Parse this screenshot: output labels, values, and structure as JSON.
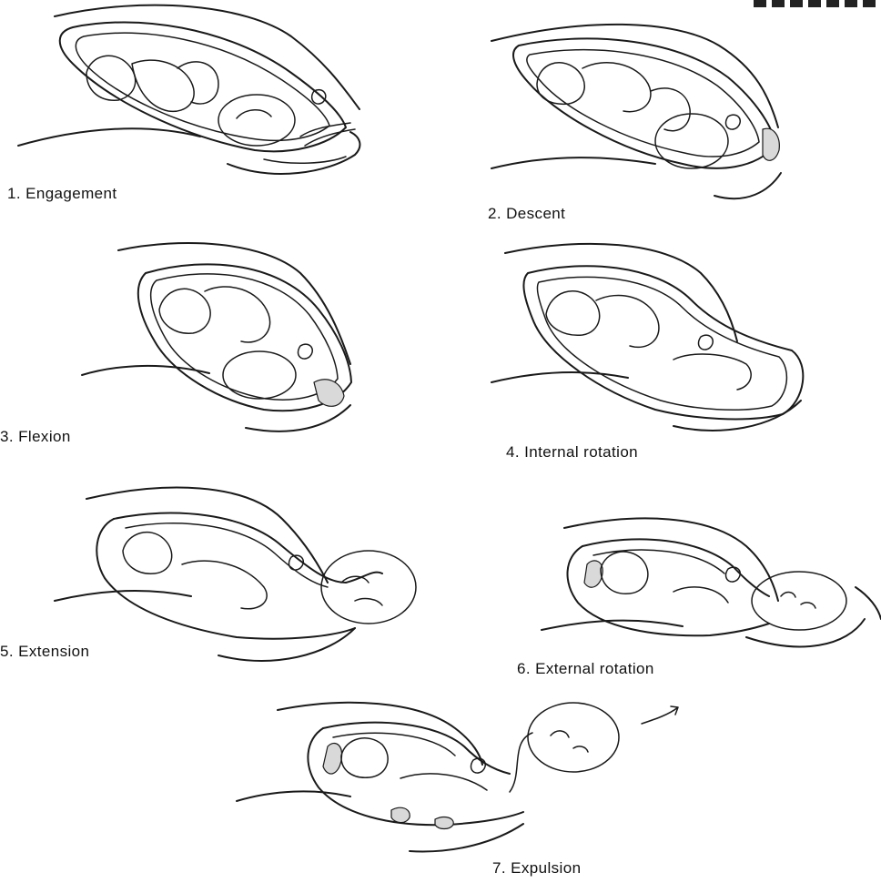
{
  "stages": [
    {
      "number": "1.",
      "name": "Engagement"
    },
    {
      "number": "2.",
      "name": "Descent"
    },
    {
      "number": "3.",
      "name": "Flexion"
    },
    {
      "number": "4.",
      "name": "Internal rotation"
    },
    {
      "number": "5.",
      "name": "Extension"
    },
    {
      "number": "6.",
      "name": "External rotation"
    },
    {
      "number": "7.",
      "name": "Expulsion"
    }
  ]
}
